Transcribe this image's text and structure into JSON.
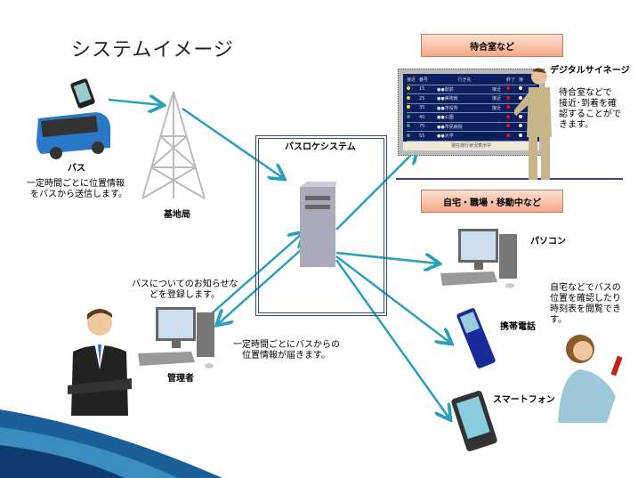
{
  "title": "システムイメージ",
  "bus": {
    "label": "バス",
    "desc_lines": [
      "一定時間ごとに位置情報",
      "をバスから送信します。"
    ]
  },
  "tower": {
    "label": "基地局"
  },
  "system": {
    "label": "バスロケシステム"
  },
  "waiting": {
    "header": "待合室など",
    "signage_label": "デジタルサイネージ",
    "desc_lines": [
      "待合室などで",
      "接近･到着を確",
      "認することがで",
      "きます。"
    ]
  },
  "signage_board": {
    "headers": [
      "接近",
      "番号",
      "行き先",
      "",
      "終了",
      "接"
    ],
    "rows": [
      {
        "num": "15",
        "dest": "●●駅前",
        "status": "接近",
        "color": "#e8e820"
      },
      {
        "num": "25",
        "dest": "●●美術館",
        "status": "接近",
        "color": "#e8e820"
      },
      {
        "num": "35",
        "dest": "●●市役所",
        "status": "接近",
        "color": "#e8e820"
      },
      {
        "num": "40",
        "dest": "●●公園",
        "status": "",
        "color": "#20a050"
      },
      {
        "num": "75",
        "dest": "●●市民病院",
        "status": "",
        "color": "#20a050"
      },
      {
        "num": "55",
        "dest": "●●大学",
        "status": "",
        "color": "#20a050"
      }
    ],
    "footer": "現在運行状況表示中"
  },
  "home": {
    "header": "自宅・職場・移動中など",
    "pc_label": "パソコン",
    "mobile_label": "携帯電話",
    "smartphone_label": "スマートフォン",
    "desc_lines": [
      "自宅などでバスの",
      "位置を確認したり",
      "時刻表を閲覧でき",
      "す。"
    ]
  },
  "admin": {
    "label": "管理者",
    "register_lines": [
      "バスについてのお知らせな",
      "どを登録します。"
    ],
    "receive_lines": [
      "一定時間ごとにバスからの",
      "位置情報が届きます。"
    ]
  },
  "colors": {
    "arrow": "#2a9fb8",
    "navy": "#2e4a8a",
    "swoosh": "#1a5e9a"
  }
}
